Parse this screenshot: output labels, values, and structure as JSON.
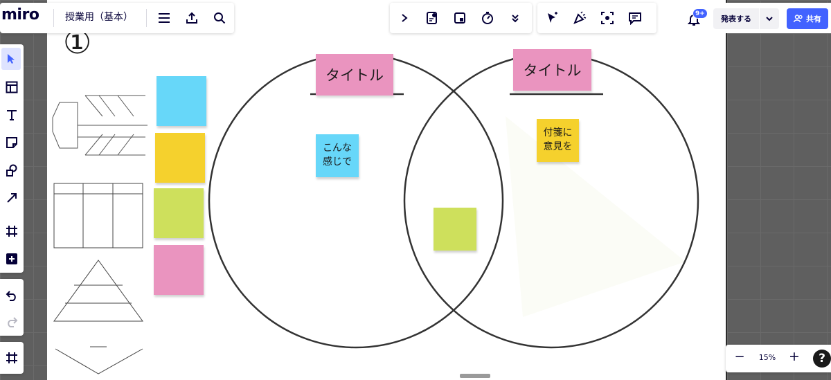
{
  "app": {
    "logo": "miro",
    "board_name": "授業用（基本）"
  },
  "toolbar_top": {
    "icons": [
      "menu-icon",
      "export-icon",
      "search-icon"
    ],
    "mid_icons": [
      "expand-icon",
      "template-icon",
      "sticky-stack-icon",
      "timer-icon",
      "more-icon"
    ],
    "collab_icons": [
      "cursor-icon",
      "celebrate-icon",
      "focus-icon",
      "comment-icon"
    ]
  },
  "notifications": {
    "badge": "9+"
  },
  "present": {
    "label": "発表する"
  },
  "share": {
    "label": "共有"
  },
  "left_tools": [
    "select",
    "templates",
    "text",
    "sticky-note",
    "shapes",
    "arrow",
    "frame",
    "more-apps"
  ],
  "zoom": {
    "level": "15%",
    "minus": "−",
    "plus": "+",
    "help": "?"
  },
  "board": {
    "section_number": "①",
    "venn_left_title": "タイトル",
    "venn_right_title": "タイトル",
    "note_blue_text": "こんな\n感じで",
    "note_yellow_text": "付箋に\n意見を"
  },
  "colors": {
    "accent": "#4262ff",
    "sticky_blue": "#67d7f9",
    "sticky_yellow": "#f5d12d",
    "sticky_green": "#cee05c",
    "sticky_pink": "#ea94bf"
  }
}
